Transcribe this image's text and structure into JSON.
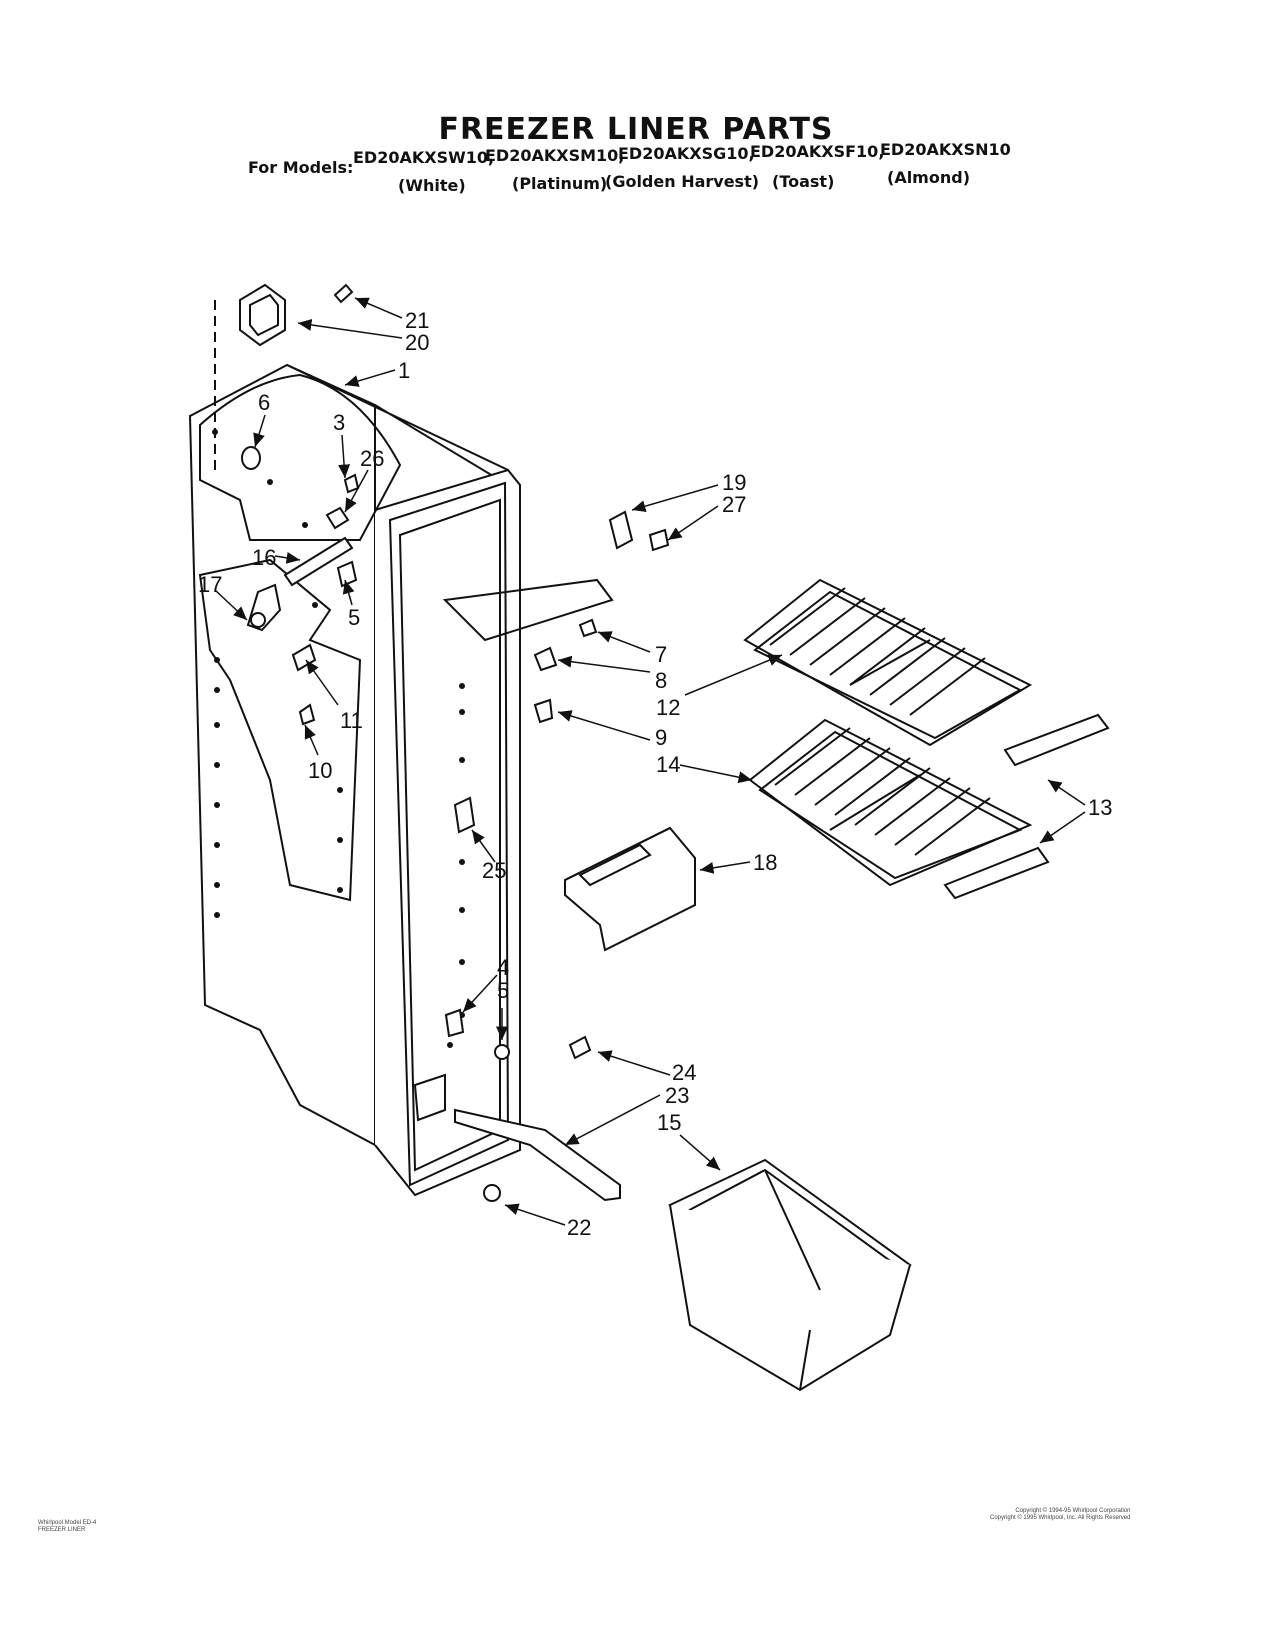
{
  "header": {
    "title": "FREEZER LINER PARTS",
    "for_models_label": "For Models:",
    "models": [
      {
        "code": "ED20AKXSW10,",
        "color": "(White)"
      },
      {
        "code": "ED20AKXSM10,",
        "color": "(Platinum)"
      },
      {
        "code": "ED20AKXSG10,",
        "color": "(Golden Harvest)"
      },
      {
        "code": "ED20AKXSF10,",
        "color": "(Toast)"
      },
      {
        "code": "ED20AKXSN10",
        "color": "(Almond)"
      }
    ]
  },
  "callouts": [
    "21",
    "20",
    "1",
    "6",
    "3",
    "26",
    "16",
    "17",
    "5",
    "11",
    "10",
    "19",
    "27",
    "7",
    "8",
    "12",
    "9",
    "14",
    "13",
    "18",
    "25",
    "4",
    "5",
    "24",
    "23",
    "15",
    "22"
  ],
  "footer": {
    "left_line1": "Whirlpool Model ED-4",
    "left_line2": "FREEZER LINER",
    "right_line1": "Copyright © 1994-95 Whirlpool Corporation",
    "right_line2": "Copyright © 1995 Whirlpool, Inc. All Rights Reserved"
  }
}
